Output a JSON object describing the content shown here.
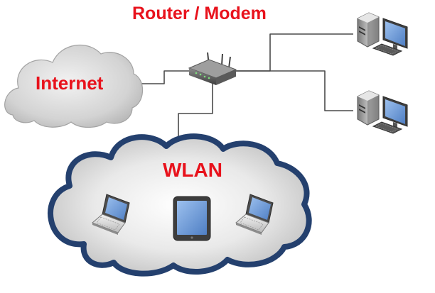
{
  "colors": {
    "label": "#e8121c",
    "cable": "#4a4a4a",
    "internet_cloud": "#c9c9c9",
    "wlan_cloud_border": "#24406e",
    "device_dark": "#4c4c4c",
    "screen_blue": "#6d98d6"
  },
  "labels": {
    "router": "Router / Modem",
    "internet": "Internet",
    "wlan": "WLAN"
  },
  "icons": {
    "router": "router-icon",
    "desktop": "desktop-computer-icon",
    "laptop": "laptop-icon",
    "tablet": "tablet-icon"
  }
}
